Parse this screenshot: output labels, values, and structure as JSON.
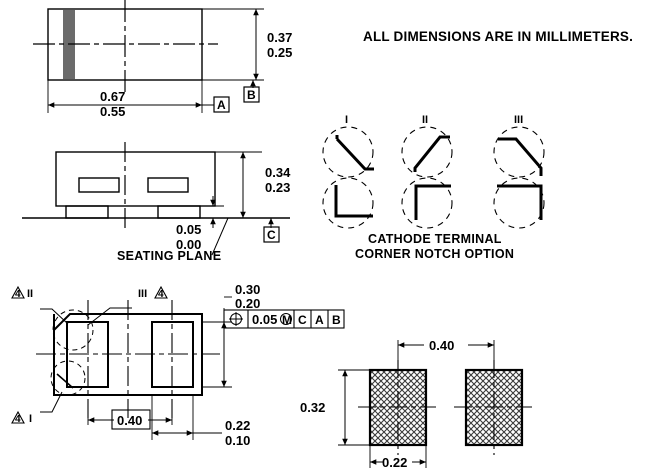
{
  "page": {
    "note_title": "ALL DIMENSIONS ARE IN MILLIMETERS.",
    "units": "mm",
    "drawing_type": "package-outline-mechanical-drawing"
  },
  "top_view": {
    "name": "top-view",
    "width_dim": {
      "max": "0.67",
      "min": "0.55"
    },
    "height_dim": {
      "max": "0.37",
      "min": "0.25"
    },
    "datums": [
      {
        "label": "A",
        "position": "width"
      },
      {
        "label": "B",
        "position": "height"
      }
    ],
    "cathode_band": "cathode-band-stripe"
  },
  "side_view": {
    "name": "side-view",
    "height_dim": {
      "max": "0.34",
      "min": "0.23"
    },
    "standoff_dim": {
      "max": "0.05",
      "min": "0.00"
    },
    "seating_plane_label": "SEATING PLANE",
    "datums": [
      {
        "label": "C",
        "position": "seating-plane"
      }
    ]
  },
  "bottom_view": {
    "name": "bottom-view",
    "terminal_length_dim": {
      "max": "0.30",
      "min": "0.20"
    },
    "terminal_width_dim": {
      "max": "0.22",
      "min": "0.10"
    },
    "pitch_basic": "0.40",
    "feature_control_frame": {
      "symbol": "position",
      "tolerance": "0.05",
      "material_modifier": "M",
      "datums": [
        "C",
        "A",
        "B"
      ]
    },
    "flags": [
      {
        "note": "4",
        "roman": "II"
      },
      {
        "note": "4",
        "roman": "III"
      },
      {
        "note": "4",
        "roman": "I"
      }
    ]
  },
  "notch_options": {
    "name": "cathode-corner-notch-options",
    "caption_line1": "CATHODE TERMINAL",
    "caption_line2": "CORNER NOTCH OPTION",
    "options": [
      {
        "roman": "I"
      },
      {
        "roman": "II"
      },
      {
        "roman": "III"
      }
    ]
  },
  "land_pattern": {
    "name": "recommended-land-pattern",
    "pitch": "0.40",
    "pad_height": "0.32",
    "pad_width": "0.22",
    "pad_count": 2
  },
  "colors": {
    "line": "#000000",
    "band": "#6b6b6b",
    "hatch": "#000000",
    "background": "#ffffff"
  }
}
